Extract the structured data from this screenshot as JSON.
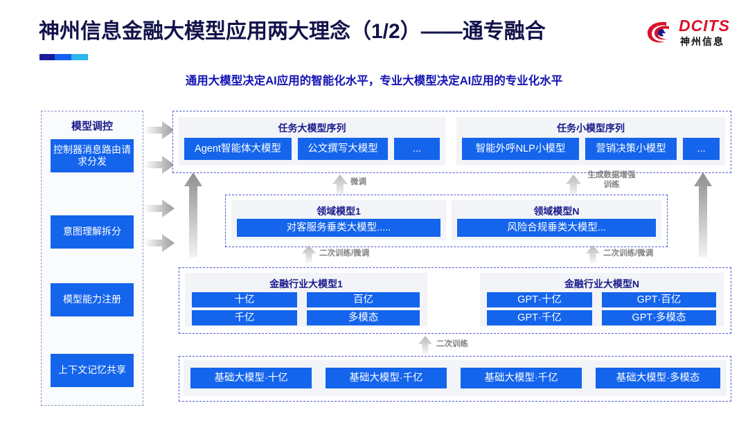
{
  "header": {
    "title": "神州信息金融大模型应用两大理念（1/2）——通专融合",
    "subtitle": "通用大模型决定AI应用的智能化水平，专业大模型决定AI应用的专业化水平",
    "logo_brand": "DCITS",
    "logo_brand_cn": "神州信息",
    "accent_colors": [
      "#1b1b9e",
      "#1560f0",
      "#2bb7ef"
    ],
    "title_color": "#12124a",
    "subtitle_color": "#1414b4",
    "logo_color": "#d9112a"
  },
  "sidebar": {
    "title": "模型调控",
    "items": [
      {
        "label": "控制器消息路由请求分发"
      },
      {
        "label": "意图理解拆分"
      },
      {
        "label": "模型能力注册"
      },
      {
        "label": "上下文记忆共享"
      }
    ]
  },
  "task_layer": {
    "left": {
      "title": "任务大模型序列",
      "items": [
        "Agent智能体大模型",
        "公文撰写大模型",
        "..."
      ]
    },
    "right": {
      "title": "任务小模型序列",
      "items": [
        "智能外呼NLP小模型",
        "营销决策小模型",
        "..."
      ]
    }
  },
  "domain_layer": {
    "left": {
      "title": "领域模型1",
      "items": [
        "对客服务垂类大模型....."
      ]
    },
    "right": {
      "title": "领域模型N",
      "items": [
        "风险合规垂类大模型..."
      ]
    }
  },
  "industry_layer": {
    "left": {
      "title": "金融行业大模型1",
      "items": [
        "十亿",
        "百亿",
        "千亿",
        "多模态"
      ]
    },
    "right": {
      "title": "金融行业大模型N",
      "items": [
        "GPT·十亿",
        "GPT·百亿",
        "GPT·千亿",
        "GPT·多模态"
      ]
    }
  },
  "base_layer": {
    "items": [
      "基础大模型·十亿",
      "基础大模型·千亿",
      "基础大模型·千亿",
      "基础大模型·多模态"
    ]
  },
  "arrow_labels": {
    "fine_tune": "微调",
    "data_augment": "生成数据增强训练",
    "retrain_tune_left": "二次训练/微调",
    "retrain_tune_right": "二次训练/微调",
    "retrain": "二次训练"
  },
  "colors": {
    "box_blue": "#1464ec",
    "panel_gray": "#f2f4f7",
    "dashed_border": "#4f5bd5",
    "arrow_gray": "#9a9a9a"
  }
}
